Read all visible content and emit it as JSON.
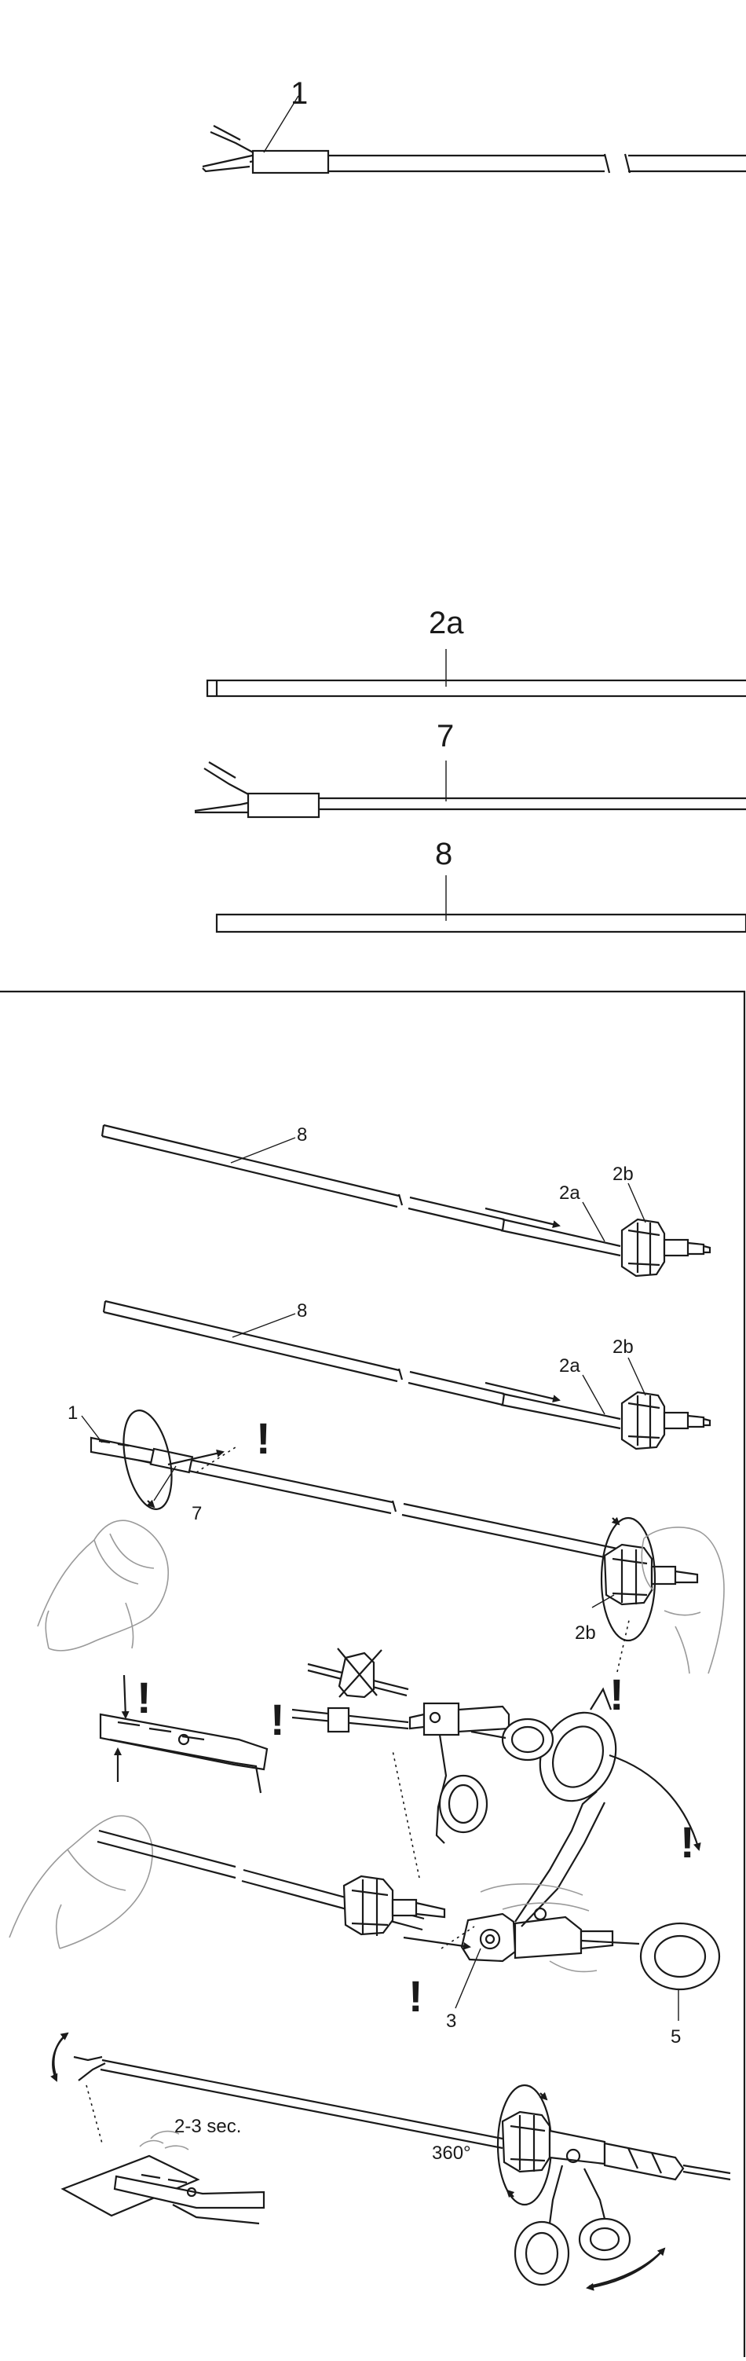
{
  "top_parts": {
    "label_1": "1",
    "label_2a": "2a",
    "label_7": "7",
    "label_8": "8"
  },
  "steps": {
    "step1": {
      "label_8": "8",
      "label_2a": "2a",
      "label_2b": "2b"
    },
    "step2": {
      "label_8": "8",
      "label_2a": "2a",
      "label_2b": "2b",
      "label_1": "1",
      "label_7": "7",
      "label_2b_lower": "2b"
    },
    "step3": {
      "label_3": "3",
      "label_5": "5"
    },
    "step4": {
      "duration": "2-3 sec.",
      "rotation": "360°"
    }
  },
  "warning_mark": "!"
}
